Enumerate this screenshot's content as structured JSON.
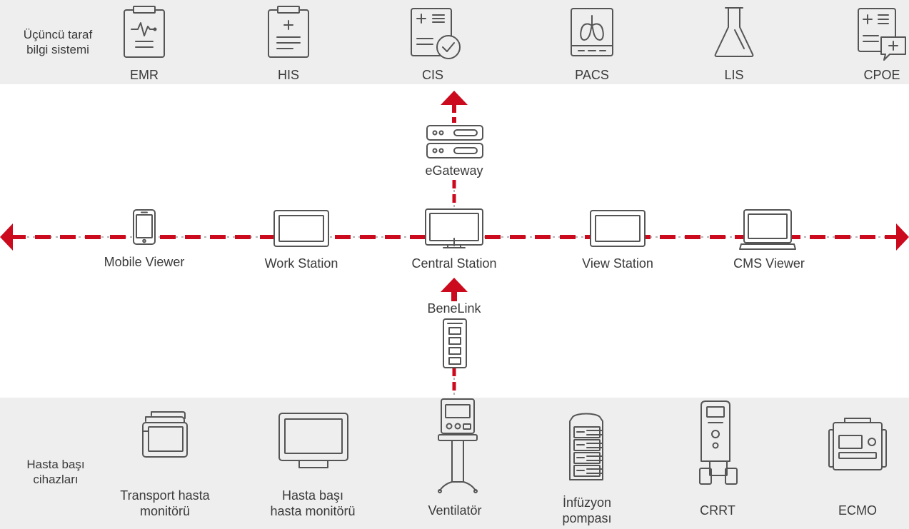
{
  "top_group_label": "Üçüncü taraf\nbilgi sistemi",
  "bottom_group_label": "Hasta başı\ncihazları",
  "third_party_systems": [
    {
      "label": "EMR",
      "icon": "clipboard-ecg-icon"
    },
    {
      "label": "HIS",
      "icon": "clipboard-plus-icon"
    },
    {
      "label": "CIS",
      "icon": "document-check-icon"
    },
    {
      "label": "PACS",
      "icon": "lungs-xray-icon"
    },
    {
      "label": "LIS",
      "icon": "flask-icon"
    },
    {
      "label": "CPOE",
      "icon": "document-order-icon"
    }
  ],
  "gateway_label": "eGateway",
  "network_nodes": [
    {
      "label": "Mobile Viewer",
      "icon": "smartphone-icon"
    },
    {
      "label": "Work Station",
      "icon": "workstation-monitor-icon"
    },
    {
      "label": "Central Station",
      "icon": "central-station-monitor-icon"
    },
    {
      "label": "View Station",
      "icon": "view-station-monitor-icon"
    },
    {
      "label": "CMS Viewer",
      "icon": "laptop-icon"
    }
  ],
  "benelink_label": "BeneLink",
  "bedside_devices": [
    {
      "label": "Transport hasta\nmonitörü",
      "icon": "transport-monitor-icon"
    },
    {
      "label": "Hasta başı\nhasta monitörü",
      "icon": "bedside-monitor-icon"
    },
    {
      "label": "Ventilatör",
      "icon": "ventilator-icon"
    },
    {
      "label": "İnfüzyon\npompası",
      "icon": "infusion-pump-icon"
    },
    {
      "label": "CRRT",
      "icon": "crrt-icon"
    },
    {
      "label": "ECMO",
      "icon": "ecmo-icon"
    }
  ],
  "colors": {
    "accent": "#cc0a1e",
    "band": "#eeeeee",
    "icon": "#555555",
    "text": "#3a3a3a"
  }
}
